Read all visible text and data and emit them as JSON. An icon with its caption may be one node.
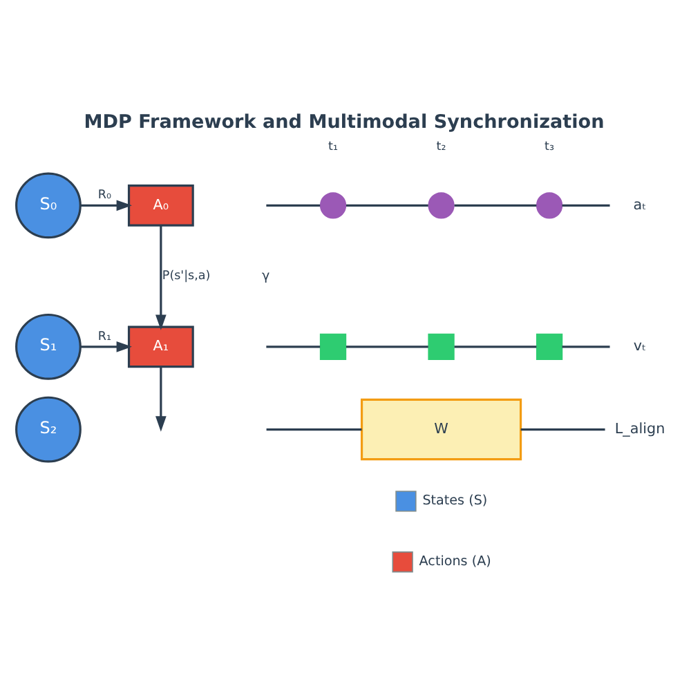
{
  "diagram": {
    "title": "MDP Framework and Multimodal Synchronization",
    "nodes": [
      {
        "text": [
          "S₀"
        ]
      },
      {
        "text": [
          "A₀"
        ]
      },
      {
        "text": [],
        "shape": "circle",
        "beside": [
          "t₁"
        ]
      },
      {
        "text": [],
        "shape": "circle",
        "beside": [
          "t₂"
        ]
      },
      {
        "text": [],
        "shape": "circle",
        "beside": [
          "t₃"
        ]
      },
      {
        "text": [
          "aₜ"
        ]
      },
      {
        "text": [
          "S₁"
        ]
      },
      {
        "text": [
          "A₁"
        ]
      },
      {
        "text": [],
        "shape": "box"
      },
      {
        "text": [],
        "shape": "box"
      },
      {
        "text": [],
        "shape": "box"
      },
      {
        "text": [
          "vₜ"
        ]
      },
      {
        "text": [
          "S₂"
        ]
      },
      {
        "text": [
          "W"
        ]
      },
      {
        "text": [
          "L_align"
        ]
      }
    ],
    "edges": [
      {
        "from": 0,
        "to": 1,
        "arrow": "to",
        "label": "R₀"
      },
      {
        "from": null,
        "to": 2,
        "arrow": "none"
      },
      {
        "from": 2,
        "to": 3,
        "arrow": "none"
      },
      {
        "from": 3,
        "to": 4,
        "arrow": "none"
      },
      {
        "from": 4,
        "to": 5,
        "arrow": "none"
      },
      {
        "from": 1,
        "to": 7,
        "arrow": "to",
        "label": "P(s'|s,a)"
      },
      {
        "from": 6,
        "to": 7,
        "arrow": "to",
        "label": "R₁"
      },
      {
        "from": null,
        "to": 8,
        "arrow": "none"
      },
      {
        "from": 8,
        "to": 9,
        "arrow": "none"
      },
      {
        "from": 9,
        "to": 10,
        "arrow": "none"
      },
      {
        "from": 10,
        "to": 11,
        "arrow": "none"
      },
      {
        "from": 7,
        "to": null,
        "arrow": "to"
      },
      {
        "from": null,
        "to": 13,
        "arrow": "none"
      },
      {
        "from": 13,
        "to": 14,
        "arrow": "none"
      }
    ],
    "labels": [
      "γ"
    ],
    "legend": [
      {
        "text": "States (S)",
        "color": "#4a90e2"
      },
      {
        "text": "Actions (A)",
        "color": "#e74c3c"
      }
    ]
  }
}
